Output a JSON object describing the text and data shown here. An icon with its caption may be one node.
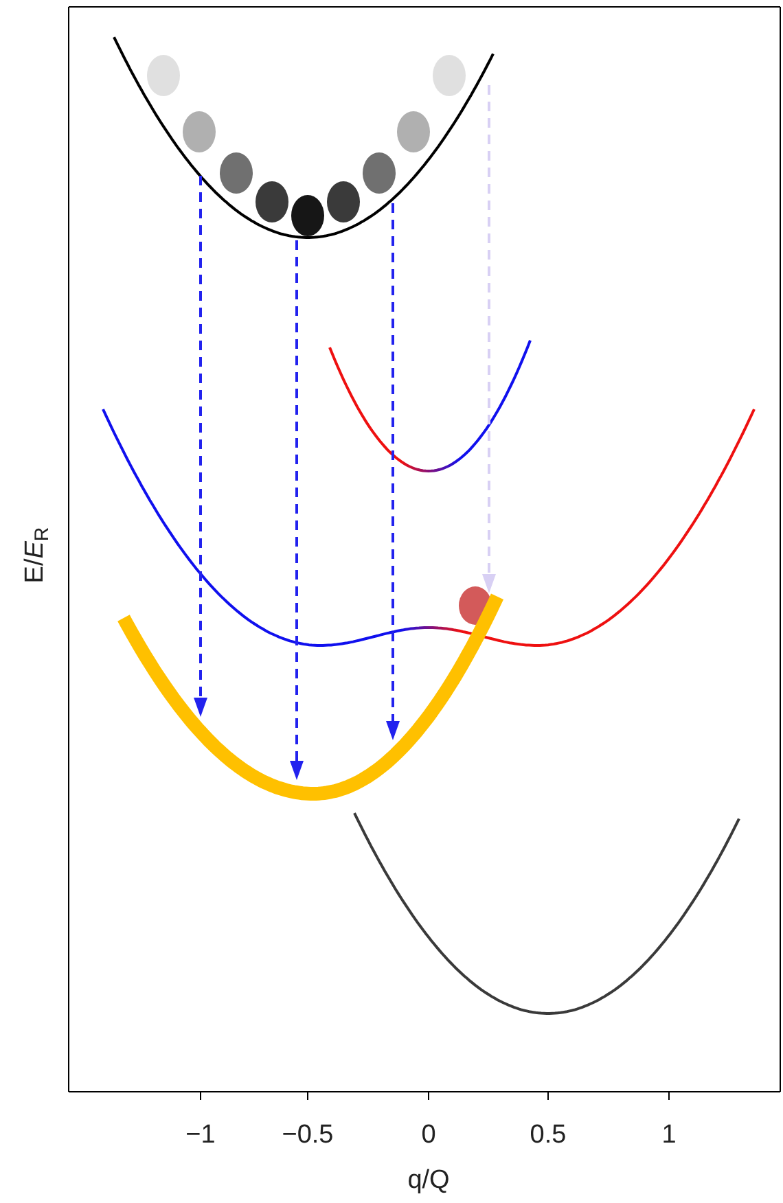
{
  "diagram": {
    "labels": [
      "−1",
      "−0.5",
      "0",
      "0.5",
      "1",
      "q/Q",
      "E/*E*$_{R}$"
    ]
  }
}
